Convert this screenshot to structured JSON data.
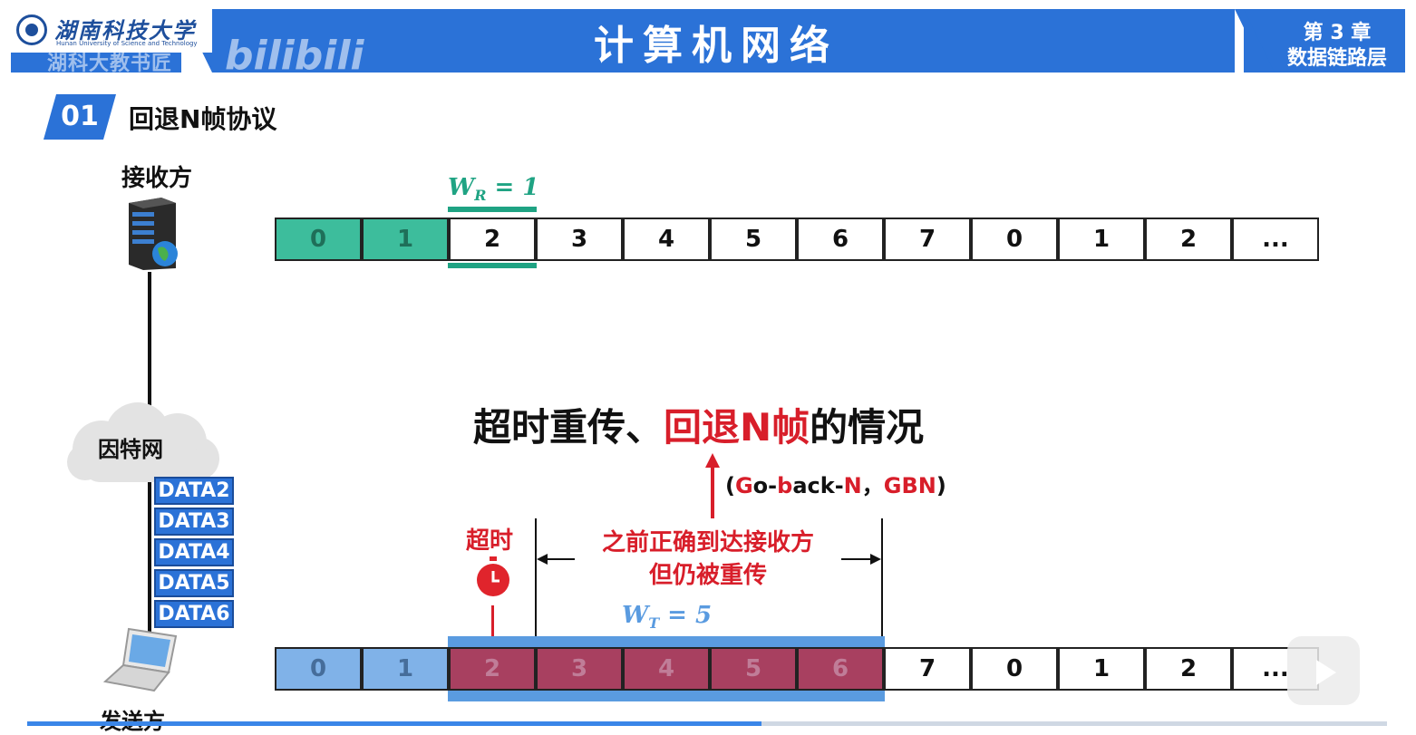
{
  "header": {
    "university_cn": "湖南科技大学",
    "university_en": "Hunan University of Science and Technology",
    "watermark": "湖科大教书匠",
    "platform_logo": "bilibili",
    "course_title": "计算机网络",
    "chapter_number": "第 3 章",
    "chapter_name": "数据链路层",
    "accent_color": "#2b72d7"
  },
  "section": {
    "number": "01",
    "title": "回退N帧协议"
  },
  "devices": {
    "receiver_label": "接收方",
    "internet_label": "因特网",
    "sender_label": "发送方",
    "server_icon": "server-icon",
    "laptop_icon": "laptop-icon",
    "cloud_icon": "cloud-icon"
  },
  "packets": [
    "DATA2",
    "DATA3",
    "DATA4",
    "DATA5",
    "DATA6"
  ],
  "receiver_row": {
    "frames": [
      "0",
      "1",
      "2",
      "3",
      "4",
      "5",
      "6",
      "7",
      "0",
      "1",
      "2",
      "..."
    ],
    "window_label": "W",
    "window_sub": "R",
    "window_eq": " = 1",
    "window_color": "#1fa383"
  },
  "sender_row": {
    "frames": [
      "0",
      "1",
      "2",
      "3",
      "4",
      "5",
      "6",
      "7",
      "0",
      "1",
      "2",
      "..."
    ],
    "window_label": "W",
    "window_sub": "T",
    "window_eq": " = 5",
    "window_color": "#5a9be0"
  },
  "annotation": {
    "headline_part1": "超时重传、",
    "headline_red": "回退N帧",
    "headline_part2": "的情况",
    "gbn_open": "(",
    "gbn_go": "G",
    "gbn_o": "o-",
    "gbn_b": "b",
    "gbn_ack": "ack-",
    "gbn_n": "N",
    "gbn_sep": "，",
    "gbn_abbr": "GBN",
    "gbn_close": ")",
    "timeout": "超时",
    "note_line1": "之前正确到达接收方",
    "note_line2": "但仍被重传",
    "highlight_color": "#d81e2a"
  },
  "player": {
    "progress": 0.54,
    "play_icon": "play-icon"
  }
}
